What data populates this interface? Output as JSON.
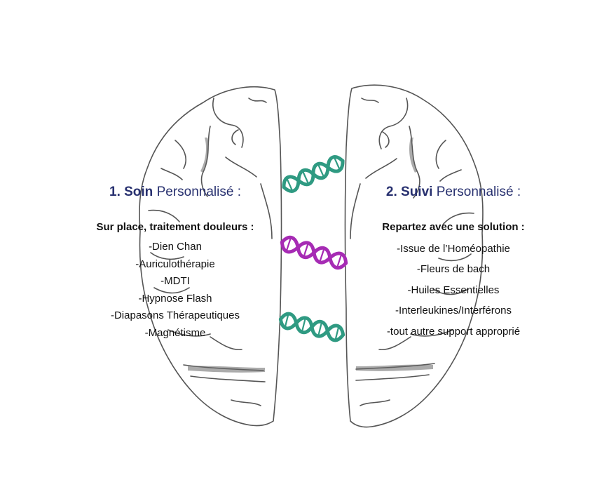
{
  "colors": {
    "heading_color": "#27306f",
    "dna_green": "#2f9a82",
    "dna_purple": "#a62bb4",
    "brain_outline": "#555555"
  },
  "icons": [
    "brain-left-hemisphere-icon",
    "brain-right-hemisphere-icon",
    "dna-helix-icon"
  ],
  "left": {
    "heading_number": "1. Soin",
    "heading_rest": " Personnalisé :",
    "subtitle": "Sur place, traitement douleurs :",
    "items": [
      "-Dien Chan",
      "-Auriculothérapie",
      "-MDTI",
      "-Hypnose Flash",
      "-Diapasons Thérapeutiques",
      "-Magnétisme"
    ]
  },
  "right": {
    "heading_number": "2. Suivi",
    "heading_rest": " Personnalisé :",
    "subtitle": "Repartez avec une solution :",
    "items": [
      "-Issue de l’Homéopathie",
      "-Fleurs de bach",
      "-Huiles Essentielles",
      "-Interleukines/Interférons",
      "-tout autre support approprié"
    ]
  }
}
